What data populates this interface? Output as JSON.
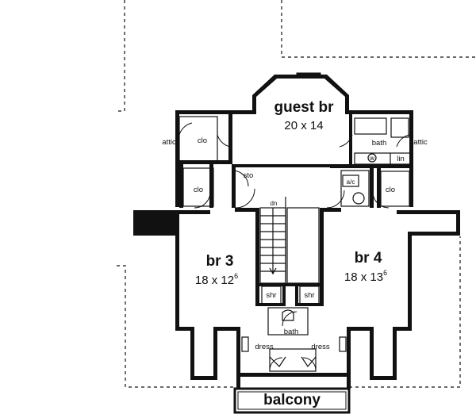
{
  "plan": {
    "rooms": {
      "guest_br": {
        "name": "guest br",
        "size": "20 x 14"
      },
      "br3": {
        "name": "br 3",
        "size_main": "18 x 12",
        "size_sup": "6"
      },
      "br4": {
        "name": "br 4",
        "size_main": "18 x 13",
        "size_sup": "6"
      },
      "balcony": {
        "name": "balcony"
      }
    },
    "labels": {
      "attic_left": "attic",
      "attic_right": "attic",
      "clo_top_left": "clo",
      "clo_left": "clo",
      "clo_right": "clo",
      "sto": "sto",
      "bath_top": "bath",
      "bath_bottom": "bath",
      "w": "w",
      "lin": "lin",
      "ac": "a/c",
      "dn": "dn",
      "shr_left": "shr",
      "shr_right": "shr",
      "dress_left": "dress",
      "dress_right": "dress"
    }
  }
}
